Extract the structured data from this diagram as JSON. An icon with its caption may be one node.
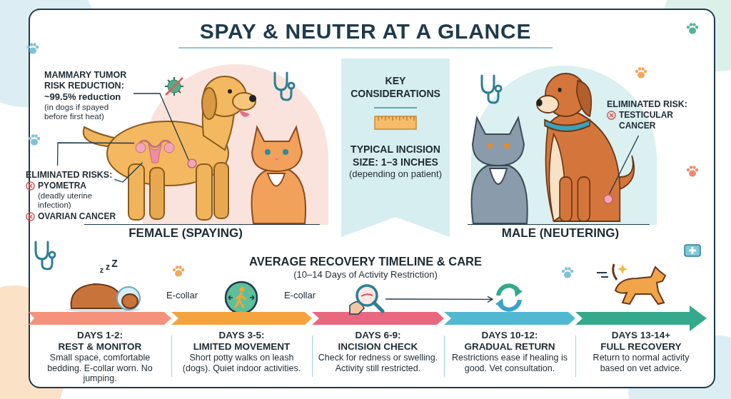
{
  "diagram": {
    "title": "SPAY & NEUTER AT A GLANCE",
    "nodes": [
      {
        "text": [
          "MAMMARY TUMOR RISK REDUCTION:",
          "~99.5% reduction",
          "(in dogs if spayed before first heat)"
        ]
      },
      {
        "text": [],
        "shape": "circle"
      },
      {
        "text": [
          "ELIMINATED RISKS:",
          "PYOMETRA",
          "(deadly uterine infection)",
          "OVARIAN CANCER"
        ]
      },
      {
        "text": [],
        "shape": "picture"
      },
      {
        "text": [
          "KEY CONSIDERATIONS",
          "TYPICAL INCISION SIZE: 1–3 INCHES",
          "(depending on patient)"
        ]
      },
      {
        "text": [
          "ELIMINATED RISK:",
          "TESTICULAR CANCER"
        ]
      },
      {
        "text": [],
        "shape": "circle"
      },
      {
        "text": [
          "DAYS 1-2:",
          "REST & MONITOR",
          "Small space, comfortable bedding. E-collar worn. No jumping."
        ]
      },
      {
        "text": [
          "DAYS 3-5:",
          "LIMITED MOVEMENT",
          "Short potty walks on leash (dogs). Quiet indoor activities."
        ]
      },
      {
        "text": [
          "DAYS 6-9:",
          "INCISION CHECK",
          "Check for redness or swelling. Activity still restricted."
        ]
      },
      {
        "text": [
          "DAYS 10-12:",
          "GRADUAL RETURN",
          "Restrictions ease if healing is good. Vet consultation."
        ]
      },
      {
        "text": [
          "DAYS 13-14+",
          "FULL RECOVERY",
          "Return to normal activity based on vet advice."
        ]
      },
      {
        "text": [],
        "shape": "picture"
      },
      {
        "text": [],
        "shape": "picture"
      }
    ],
    "edges": [
      {
        "from": 0,
        "to": 1,
        "arrow": "none"
      },
      {
        "from": 2,
        "to": 3,
        "arrow": "none"
      },
      {
        "from": 2,
        "to": 3,
        "arrow": "none"
      },
      {
        "from": 5,
        "to": 6,
        "arrow": "none"
      },
      {
        "from": 12,
        "to": 13,
        "arrow": "to"
      }
    ],
    "labels": [
      "FEMALE (SPAYING)",
      "MALE (NEUTERING)",
      "AVERAGE RECOVERY TIMELINE & CARE",
      "(10–14 Days of Activity Restriction)",
      "E-collar",
      "E-collar",
      "z",
      "z",
      "Z"
    ]
  }
}
